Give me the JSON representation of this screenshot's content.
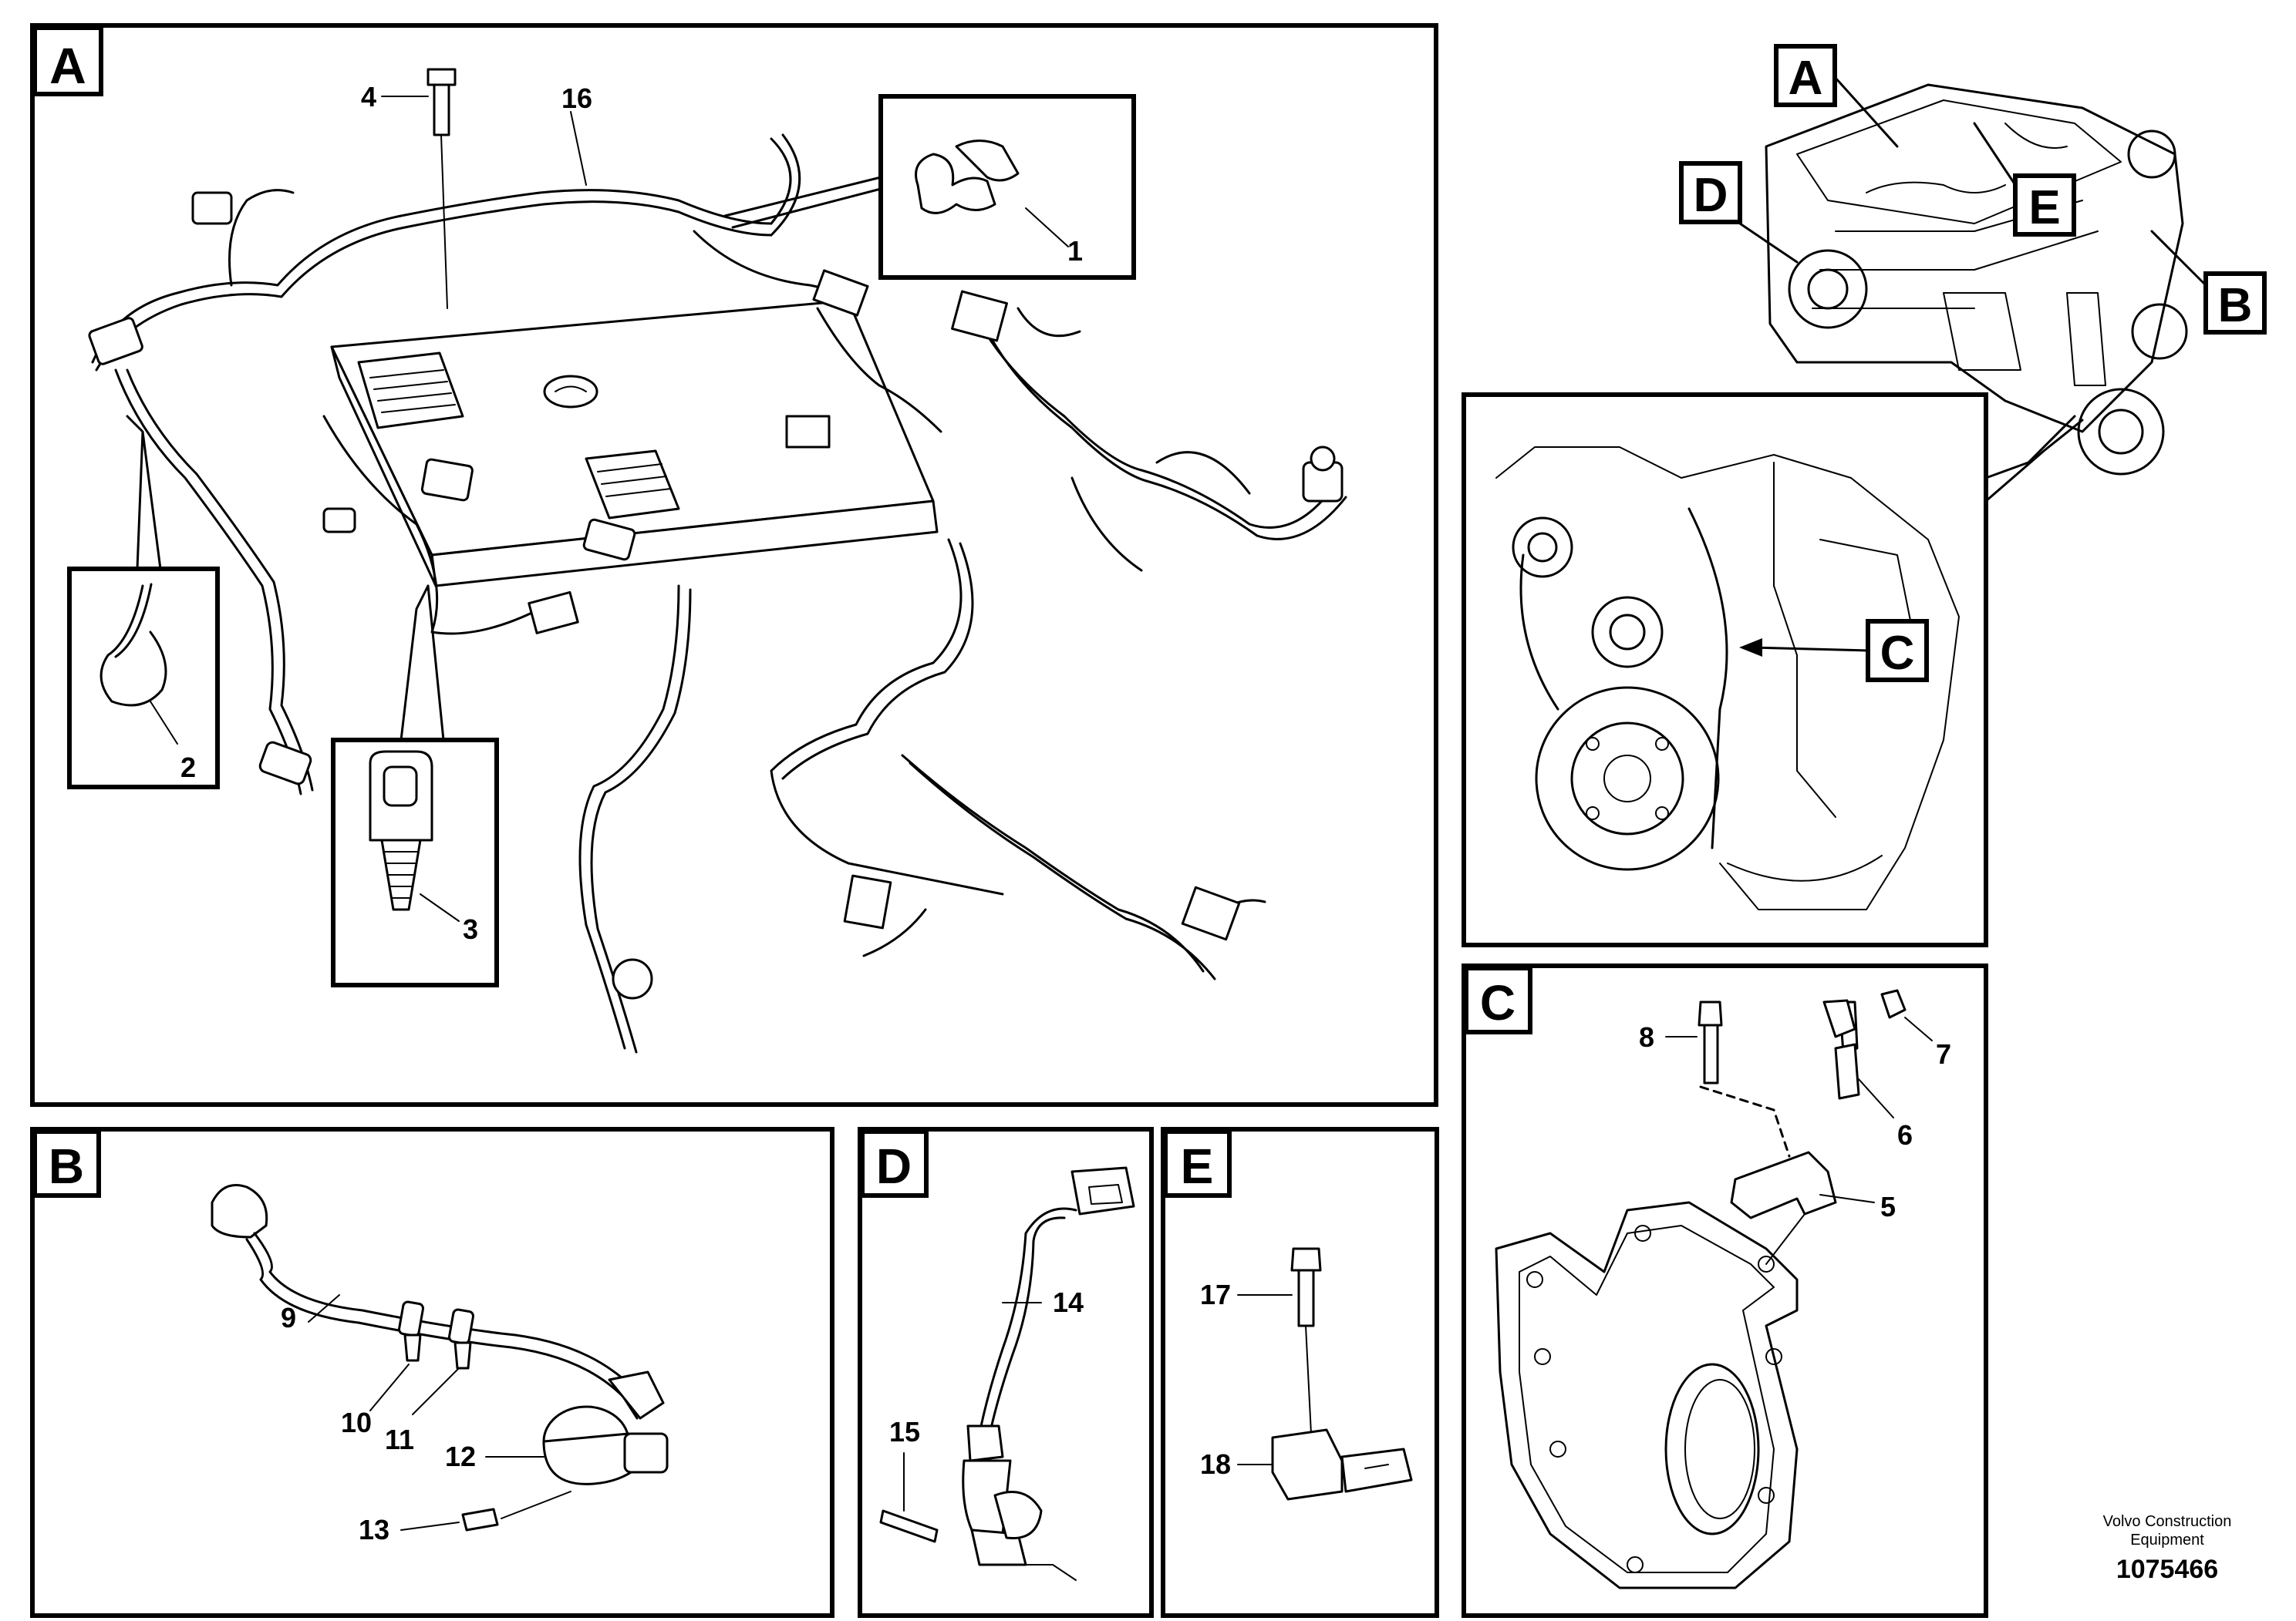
{
  "panels": {
    "A": "A",
    "B": "B",
    "C": "C",
    "D": "D",
    "E": "E"
  },
  "overview_tags": {
    "A": "A",
    "B": "B",
    "C": "C",
    "D": "D",
    "E": "E"
  },
  "callouts": {
    "n1": "1",
    "n2": "2",
    "n3": "3",
    "n4": "4",
    "n5": "5",
    "n6": "6",
    "n7": "7",
    "n8": "8",
    "n9": "9",
    "n10": "10",
    "n11": "11",
    "n12": "12",
    "n13": "13",
    "n14": "14",
    "n15": "15",
    "n16": "16",
    "n17": "17",
    "n18": "18"
  },
  "footer": {
    "company_line1": "Volvo Construction",
    "company_line2": "Equipment",
    "drawing_number": "1075466"
  }
}
